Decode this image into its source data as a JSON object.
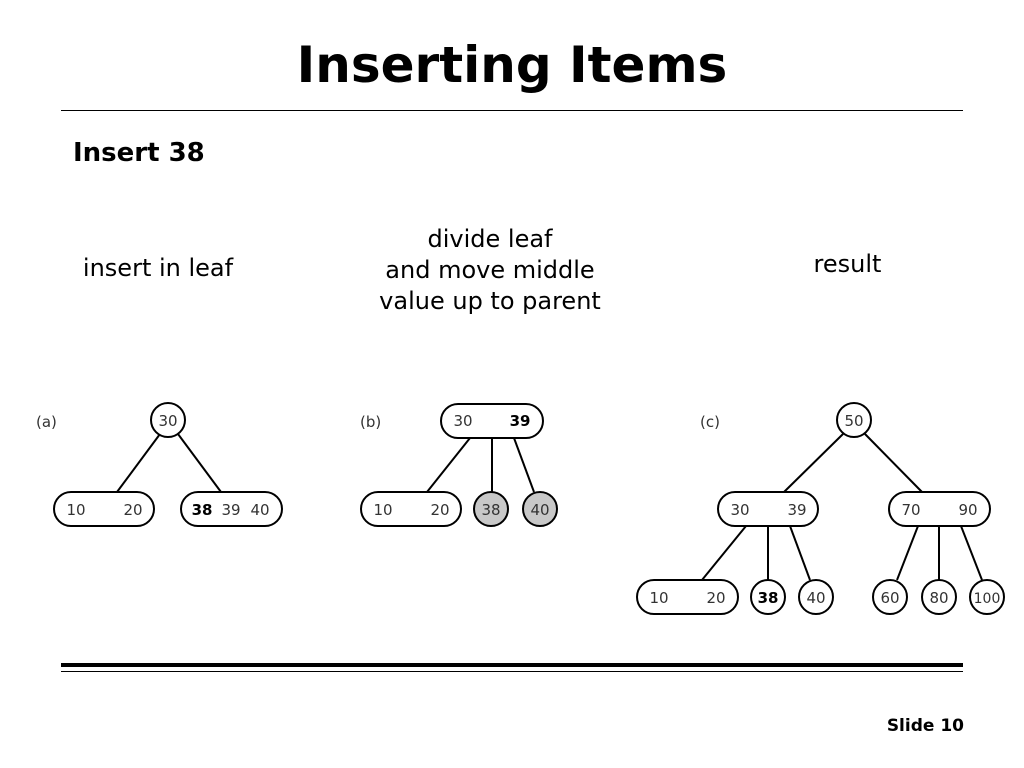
{
  "slide": {
    "title": "Inserting Items",
    "subtitle": "Insert 38",
    "slide_number": "Slide 10"
  },
  "steps": {
    "a": {
      "panel_label": "(a)",
      "caption_lines": [
        "insert in leaf"
      ]
    },
    "b": {
      "panel_label": "(b)",
      "caption_lines": [
        "divide leaf",
        "and move middle",
        "value up to parent"
      ]
    },
    "c": {
      "panel_label": "(c)",
      "caption_lines": [
        "result"
      ]
    }
  },
  "trees": {
    "a": {
      "root": [
        "30"
      ],
      "children": [
        [
          "10",
          "20"
        ],
        [
          "38",
          "39",
          "40"
        ]
      ]
    },
    "b": {
      "root": [
        "30",
        "39"
      ],
      "children": [
        [
          "10",
          "20"
        ],
        [
          "38"
        ],
        [
          "40"
        ]
      ]
    },
    "c": {
      "root": [
        "50"
      ],
      "level1": [
        [
          "30",
          "39"
        ],
        [
          "70",
          "90"
        ]
      ],
      "level2": [
        [
          "10",
          "20"
        ],
        [
          "38"
        ],
        [
          "40"
        ],
        [
          "60"
        ],
        [
          "80"
        ],
        [
          "100"
        ]
      ]
    }
  },
  "emphasis": {
    "bold_key": "38",
    "moved_node_fill": "#c8c8c8"
  }
}
